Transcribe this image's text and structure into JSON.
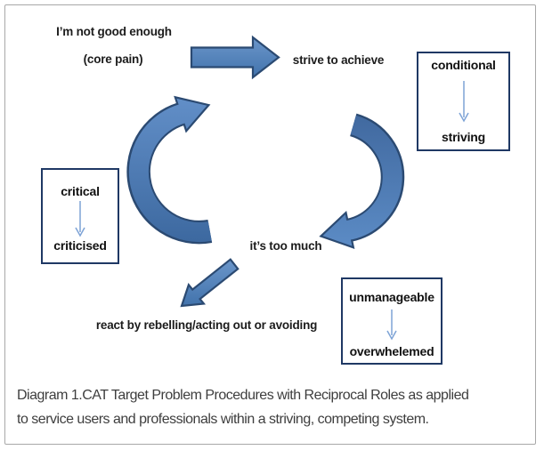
{
  "diagram": {
    "labels": {
      "core_pain_line1": "I’m not good enough",
      "core_pain_line2": "(core pain)",
      "strive": "strive to achieve",
      "too_much": "it’s too much",
      "react": "react by rebelling/acting out or avoiding"
    },
    "role_boxes": [
      {
        "top": "conditional",
        "bottom": "striving"
      },
      {
        "top": "critical",
        "bottom": "criticised"
      },
      {
        "top": "unmanageable",
        "bottom": "overwhelemed"
      }
    ],
    "icons": {
      "strive_arrow": "block-arrow-right",
      "descend_arrow": "curved-arrow-clockwise-right",
      "ascend_arrow": "curved-arrow-clockwise-left",
      "react_arrow": "block-arrow-down-left",
      "role_box_arrow": "thin-arrow-down"
    },
    "colors": {
      "accent_blue": "#4f81bd",
      "accent_blue_light": "#6b96ca",
      "accent_blue_dark": "#3c689f",
      "arrow_outline": "#2b4a72",
      "box_border": "#1f3864",
      "thin_arrow_blue": "#7da3d6",
      "label_text": "#1c1c1c",
      "caption_text": "#3e3e3e",
      "frame_border": "#a8a8a8"
    }
  },
  "caption": {
    "line1": "Diagram 1.CAT Target Problem Procedures with Reciprocal Roles as applied",
    "line2": "to service users and professionals within a striving, competing system."
  }
}
